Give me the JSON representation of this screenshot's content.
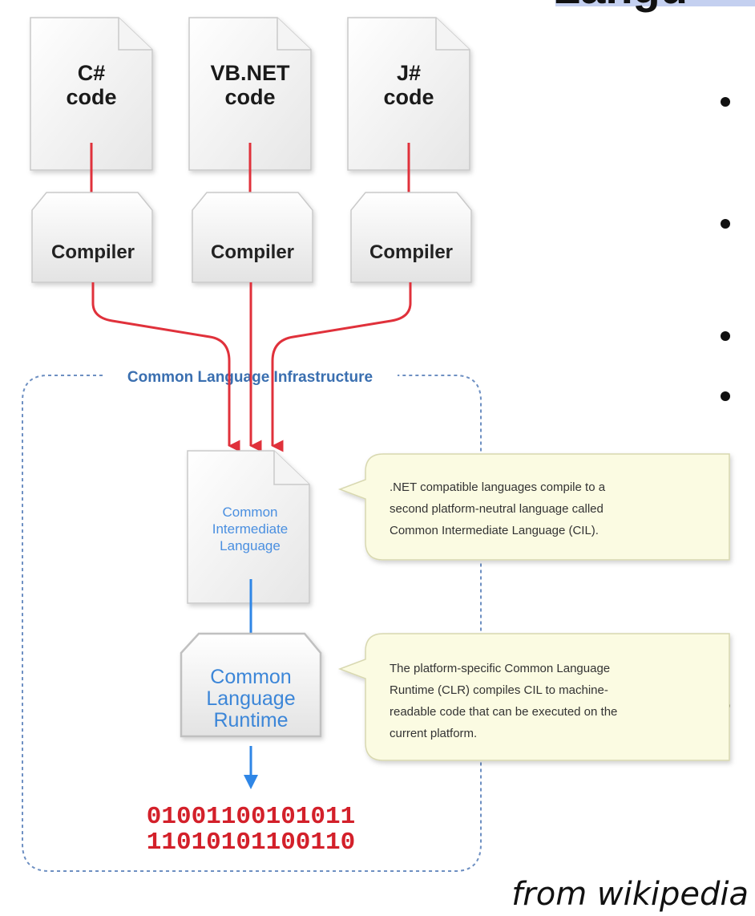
{
  "header": {
    "title_fragment": "Langu"
  },
  "sources": [
    {
      "line1": "C#",
      "line2": "code"
    },
    {
      "line1": "VB.NET",
      "line2": "code"
    },
    {
      "line1": "J#",
      "line2": "code"
    }
  ],
  "compiler_label": "Compiler",
  "cli": {
    "label": "Common Language Infrastructure"
  },
  "cil": {
    "line1": "Common",
    "line2": "Intermediate",
    "line3": "Language"
  },
  "clr": {
    "line1": "Common",
    "line2": "Language",
    "line3": "Runtime"
  },
  "callouts": {
    "cil": {
      "line1": ".NET compatible languages compile to a",
      "line2": "second platform-neutral language called",
      "line3": "Common Intermediate Language (CIL)."
    },
    "clr": {
      "line1": "The platform-specific Common Language",
      "line2": "Runtime (CLR) compiles CIL to machine-",
      "line3": "readable code that can be executed on the",
      "line4": "current platform."
    }
  },
  "output": {
    "line1": "01001100101011",
    "line2": "11010101100110"
  },
  "credit": "from wikipedia",
  "colors": {
    "compile_arrow": "#e0313b",
    "runtime_arrow": "#2f86e6",
    "cli_border": "#6d8fc2",
    "callout_fill": "#fbfbe2",
    "title_highlight": "#c4d0f0"
  }
}
